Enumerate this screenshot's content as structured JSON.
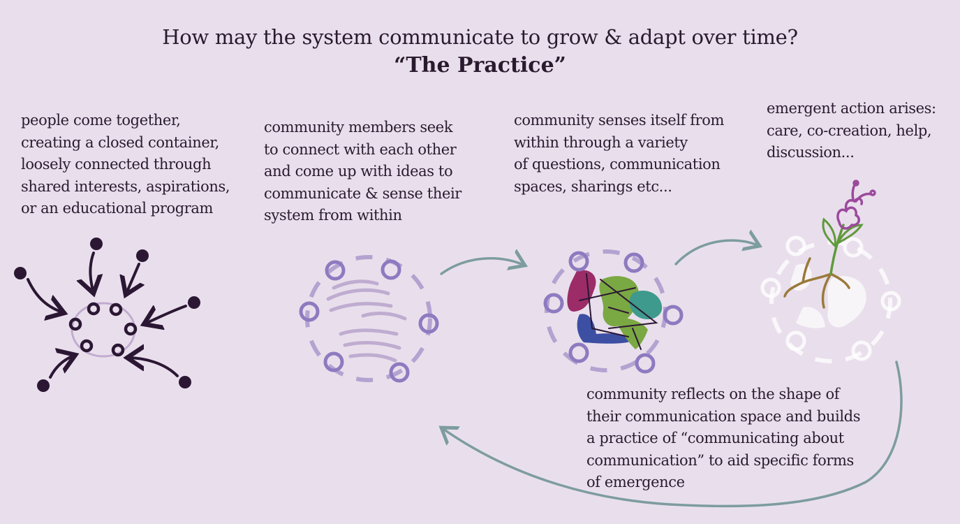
{
  "header": {
    "title": "How may the system communicate to grow & adapt over time?",
    "subtitle": "“The Practice”"
  },
  "stages": [
    {
      "id": "gather",
      "text": "people come together,\ncreating a closed container,\nloosely connected through\nshared interests, aspirations,\nor an educational program"
    },
    {
      "id": "connect",
      "text": "community members seek\nto connect with each other\nand come up with ideas to\ncommunicate & sense their\nsystem from within"
    },
    {
      "id": "sense",
      "text": "community senses itself from\nwithin through a variety\nof questions, communication\nspaces, sharings etc..."
    },
    {
      "id": "emerge",
      "text": "emergent action arises:\ncare, co-creation, help,\ndiscussion..."
    },
    {
      "id": "reflect",
      "text": "community reflects on the shape of\ntheir communication space and builds\na practice of “communicating about\ncommunication” to aid specific forms\nof emergence"
    }
  ],
  "colors": {
    "background": "#e9dfec",
    "text": "#2a1a2e",
    "dark_node": "#2b1733",
    "ring_purple": "#9c8ac4",
    "arrow_teal": "#7d9c9f",
    "shape_magenta": "#9b2c67",
    "shape_green": "#7aa842",
    "shape_blue": "#3c4fa3",
    "shape_teal": "#3e9a8c",
    "flower_purple": "#9b4a9c",
    "stem_green": "#5f9a3c",
    "root_brown": "#9a7a3a"
  }
}
